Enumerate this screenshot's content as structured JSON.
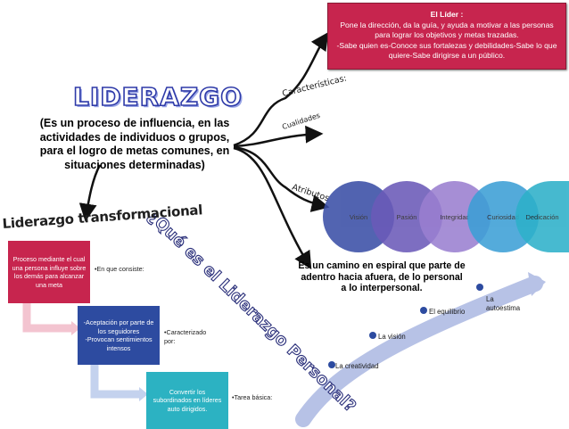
{
  "title": "LIDERAZGO",
  "definition": {
    "line1": "(Es un proceso de influencia, en las",
    "line2": "actividades de individuos o grupos,",
    "line3": "para el logro de metas comunes, en",
    "line4": "situaciones determinadas)"
  },
  "leader_box": {
    "heading": "El Líder :",
    "p1": "Pone la dirección, da la guía, y ayuda a motivar a las personas para lograr los objetivos y metas trazadas.",
    "p2": "-Sabe quien es-Conoce sus fortalezas y debilidades-Sabe lo que quiere-Sabe dirigirse a un público."
  },
  "branches": {
    "caracteristicas": "Características:",
    "cualidades": "Cualidades",
    "atributos": "Atributos"
  },
  "attributes": [
    {
      "label": "Visión",
      "color": "#3a4ea6"
    },
    {
      "label": "Pasión",
      "color": "#6b5ab8"
    },
    {
      "label": "Integridad",
      "color": "#9a7fd0"
    },
    {
      "label": "Curiosidad",
      "color": "#3c9fd6"
    },
    {
      "label": "Dedicación",
      "color": "#2db0c9"
    }
  ],
  "question": "¿Qué es el Liderazgo Personal?",
  "answer": "Es un camino en espiral que parte de adentro hacia afuera, de lo personal a lo interpersonal.",
  "steps": {
    "s1": "La creatividad",
    "s2": "La visión",
    "s3": "El equilibrio",
    "s4": "La autoestima"
  },
  "transformational": {
    "title": "Liderazgo transformacional",
    "box1": "Proceso mediante el cual una persona influye sobre los demás para alcanzar una meta",
    "bullet1": "•En que consiste:",
    "box2_line1": "-Aceptación por parte de los seguidores",
    "box2_line2": "-Provocan sentimientos intensos",
    "bullet2": "•Caracterizado por:",
    "box3": "Convertir los subordinados en líderes auto dirigidos.",
    "bullet3": "•Tarea básica:"
  },
  "colors": {
    "leader_box": "#c7254e",
    "arrow": "#111111",
    "box_blue": "#2d4ba0",
    "box_teal": "#2cb2c2",
    "spiral": "#b7c2e6"
  }
}
